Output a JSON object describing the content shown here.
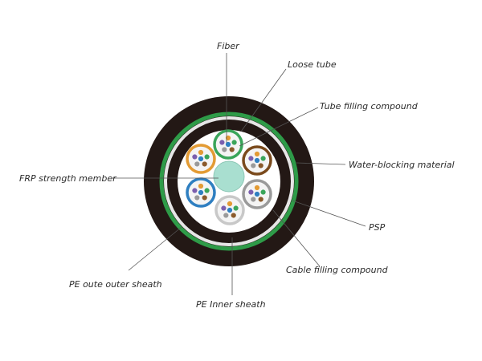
{
  "labels": {
    "fiber": "Fiber",
    "loose_tube": "Loose tube",
    "tube_filling_compound": "Tube filling compound",
    "water_blocking_material": "Water-blocking material",
    "frp_strength_member": "FRP strength member",
    "psp": "PSP",
    "cable_filling_compound": "Cable filling compound",
    "pe_outer_sheath": "PE oute outer sheath",
    "pe_inner_sheath": "PE Inner sheath"
  },
  "colors": {
    "outer_sheath": "#231815",
    "psp_ring": "#2e9b48",
    "inner_sheath": "#231815",
    "water_blocking": "#e6e6e6",
    "frp": "#a9dfd0",
    "tube_green": "#3aa55a",
    "tube_brown": "#7a4a1c",
    "tube_gray": "#9a9a9a",
    "tube_white": "#c8c8c8",
    "tube_blue": "#2f7fc1",
    "tube_orange": "#e39b34"
  },
  "fiber_colors": [
    "#2f7fc1",
    "#e39b34",
    "#3aa55a",
    "#8a5a2b",
    "#9a9a9a",
    "#7b5fae"
  ]
}
